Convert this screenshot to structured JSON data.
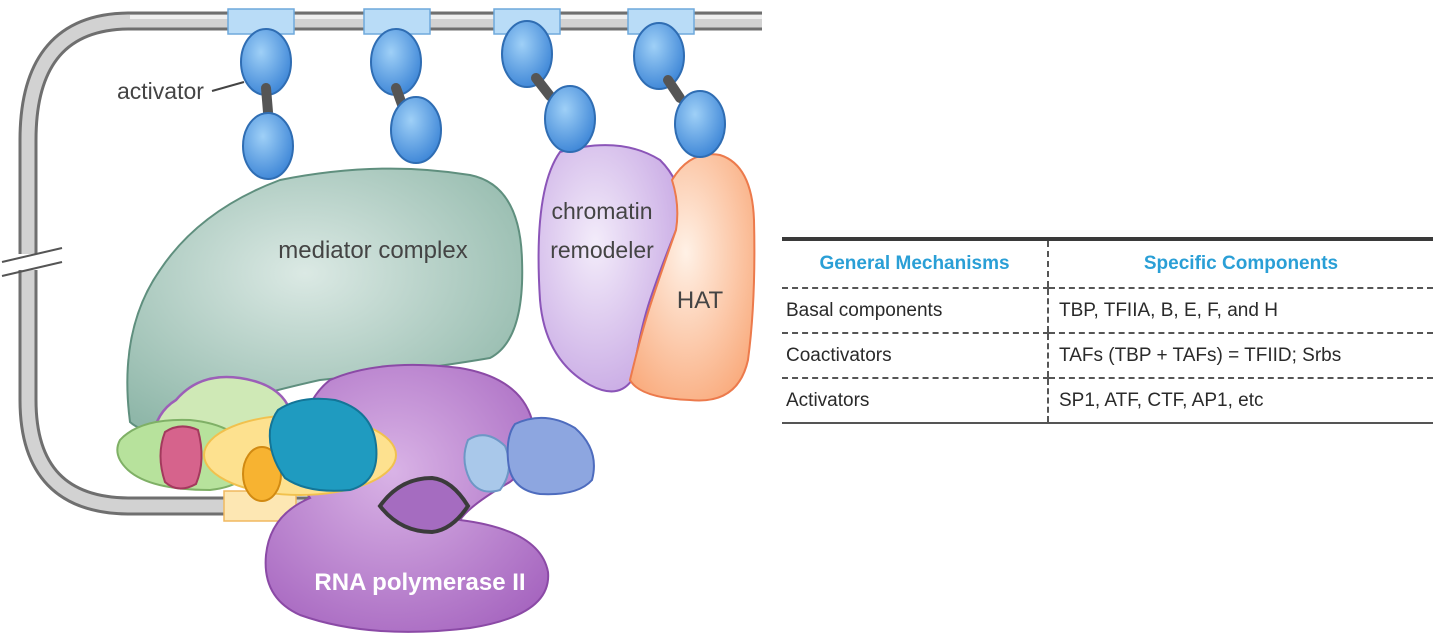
{
  "diagram": {
    "labels": {
      "activator": "activator",
      "mediator": "mediator complex",
      "remodeler_line1": "chromatin",
      "remodeler_line2": "remodeler",
      "hat": "HAT",
      "polymerase": "RNA polymerase II"
    },
    "colors": {
      "dna": "#a9a9a9",
      "binding_site": "#b9dcf7",
      "activator": "#4a90d9",
      "mediator": "#a7c9bd",
      "remodeler": "#d2b8e8",
      "hat": "#fbb98f",
      "polymerase": "#b27ac9",
      "tata_box": "#fde7b3"
    }
  },
  "table": {
    "headers": [
      "General Mechanisms",
      "Specific Components"
    ],
    "rows": [
      [
        "Basal components",
        "TBP, TFIIA, B, E, F, and H"
      ],
      [
        "Coactivators",
        "TAFs (TBP + TAFs) = TFIID; Srbs"
      ],
      [
        "Activators",
        "SP1, ATF, CTF, AP1, etc"
      ]
    ]
  }
}
